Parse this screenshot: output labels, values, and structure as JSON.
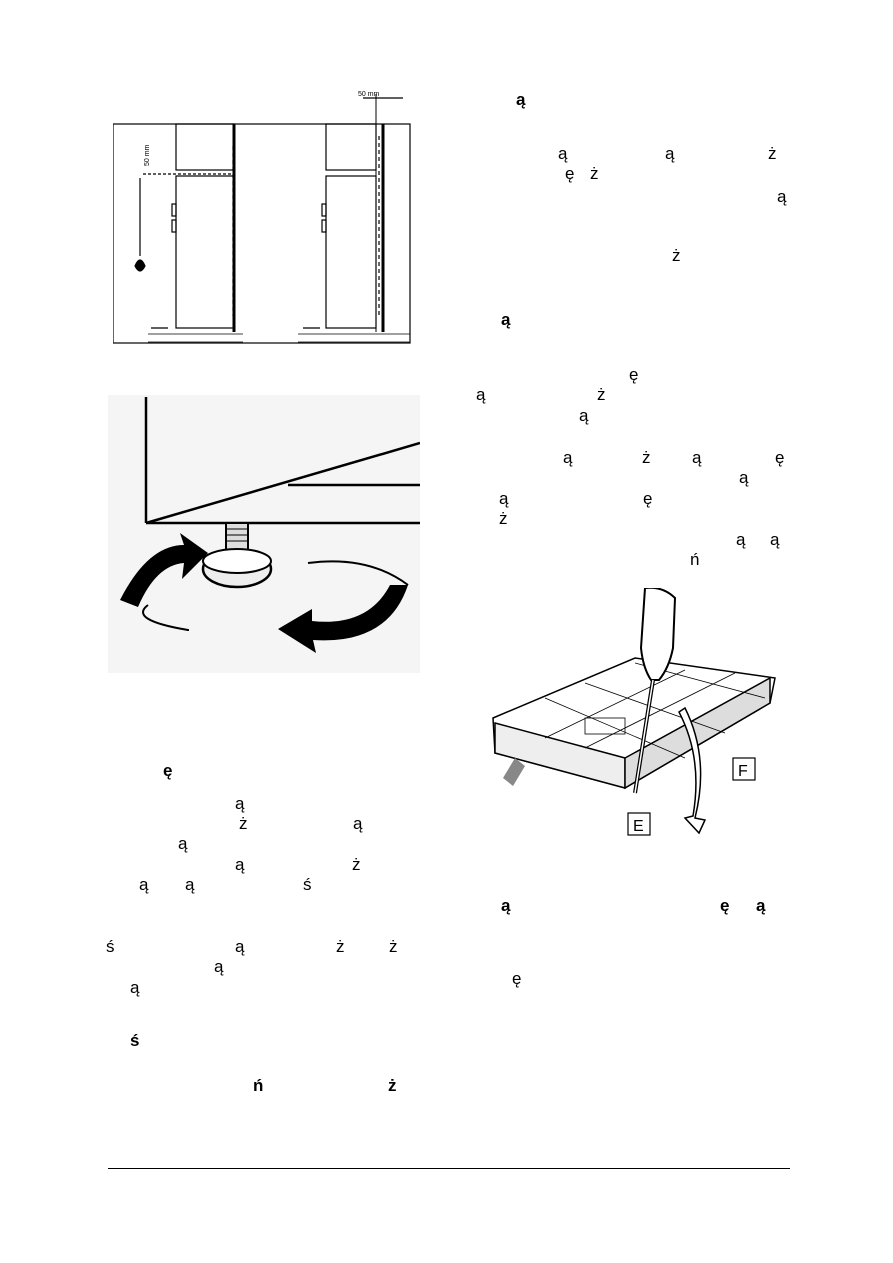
{
  "figures": {
    "installation": {
      "dimension_label_top": "50 mm",
      "dimension_label_side": "50 mm"
    },
    "foot_adjust": {
      "icon": "adjustable-foot-icon"
    },
    "filter_box": {
      "label_e": "E",
      "label_f": "F"
    }
  },
  "right_column": [
    {
      "t": "ą",
      "b": true
    },
    {
      "t": "ą"
    },
    {
      "t": "ą"
    },
    {
      "t": "ż"
    },
    {
      "t": "ę"
    },
    {
      "t": "ż"
    },
    {
      "t": "ą"
    },
    {
      "t": "ż"
    },
    {
      "t": "ą",
      "b": true
    },
    {
      "t": "ę"
    },
    {
      "t": "ą"
    },
    {
      "t": "ż"
    },
    {
      "t": "ą"
    },
    {
      "t": "ą"
    },
    {
      "t": "ż"
    },
    {
      "t": "ą"
    },
    {
      "t": "ę"
    },
    {
      "t": "ą"
    },
    {
      "t": "ą"
    },
    {
      "t": "ę"
    },
    {
      "t": "ż"
    },
    {
      "t": "ą"
    },
    {
      "t": "ą"
    },
    {
      "t": "ń"
    },
    {
      "t": "ą",
      "b": true
    },
    {
      "t": "ę",
      "b": true
    },
    {
      "t": "ą",
      "b": true
    },
    {
      "t": "ę"
    }
  ],
  "left_column": [
    {
      "t": "ę",
      "b": true
    },
    {
      "t": "ą"
    },
    {
      "t": "ż"
    },
    {
      "t": "ą"
    },
    {
      "t": "ą"
    },
    {
      "t": "ą"
    },
    {
      "t": "ż"
    },
    {
      "t": "ą"
    },
    {
      "t": "ą"
    },
    {
      "t": "ś"
    },
    {
      "t": "ś"
    },
    {
      "t": "ą"
    },
    {
      "t": "ż"
    },
    {
      "t": "ż"
    },
    {
      "t": "ą"
    },
    {
      "t": "ą"
    },
    {
      "t": "ś",
      "b": true
    },
    {
      "t": "ń",
      "b": true
    },
    {
      "t": "ż",
      "b": true
    }
  ]
}
